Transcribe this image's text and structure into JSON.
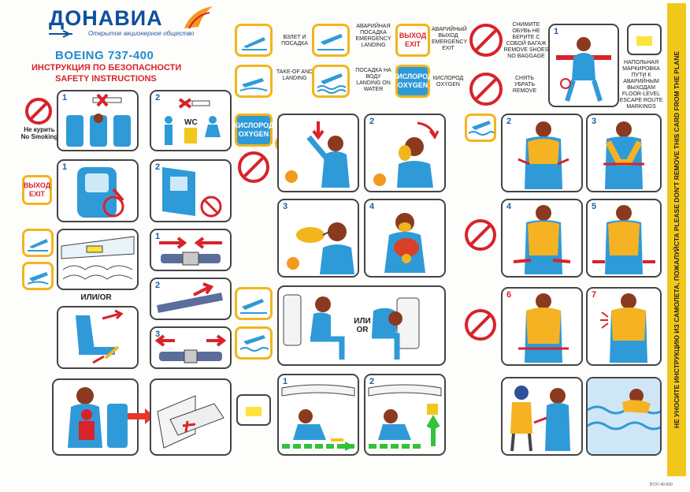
{
  "header": {
    "airline_name": "ДОНАВИА",
    "airline_subtitle": "Открытое акционерное общество",
    "aircraft": "BOEING 737-400",
    "title_ru": "ИНСТРУКЦИЯ ПО БЕЗОПАСНОСТИ",
    "title_en": "SAFETY INSTRUCTIONS"
  },
  "legend": {
    "takeoff_ru": "ВЗЛЕТ И ПОСАДКА",
    "takeoff_en": "TAKE-OF AND LANDING",
    "emergency_ru": "АВАРИЙНАЯ ПОСАДКА",
    "emergency_en": "EMERGENCY LANDING",
    "water_ru": "ПОСАДКА НА ВОДУ",
    "water_en": "LANDING ON WATER",
    "exit_badge_ru": "ВЫХОД",
    "exit_badge_en": "EXIT",
    "exit_ru": "АВАРИЙНЫЙ ВЫХОД",
    "exit_en": "EMERGENCY EXIT",
    "oxygen_badge_ru": "КИСЛОРОД",
    "oxygen_badge_en": "OXYGEN",
    "oxygen_ru": "КИСЛОРОД",
    "oxygen_en": "OXYGEN",
    "shoes_ru": "СНИМИТЕ ОБУВЬ НЕ БЕРИТЕ С СОБОЙ БАГАЖ",
    "shoes_en": "REMOVE SHOES NO BAGGAGE",
    "remove_ru": "СНЯТЬ УБРАТЬ",
    "remove_en": "REMOVE",
    "floor_ru": "НАПОЛЬНАЯ МАРКИРОВКА ПУТИ К АВАРИЙНЫМ ВЫХОДАМ",
    "floor_en": "FLOOR-LEVEL ESCAPE ROUTE MARKINGS"
  },
  "smoking": {
    "ru": "Не курить",
    "en": "No Smoking",
    "wc": "WC"
  },
  "seat": {
    "or_text": "ИЛИ/OR"
  },
  "brace": {
    "or_ru": "ИЛИ",
    "or_en": "OR"
  },
  "step_numbers": [
    "1",
    "2",
    "3",
    "4",
    "5",
    "6",
    "7"
  ],
  "side_notice": "НЕ УНОСИТЕ ИНСТРУКЦИЮ ИЗ САМОЛЕТА, ПОЖАЛУЙСТА PLEASE DON'T REMOVE THIS CARD FROM THE PLANE",
  "card_code": "B737-40-500",
  "colors": {
    "brand_blue": "#0e4f9e",
    "accent_red": "#d8232a",
    "frame_yellow": "#f2b51c",
    "sky_blue": "#2f9ad8",
    "vest_yellow": "#f5b323"
  }
}
